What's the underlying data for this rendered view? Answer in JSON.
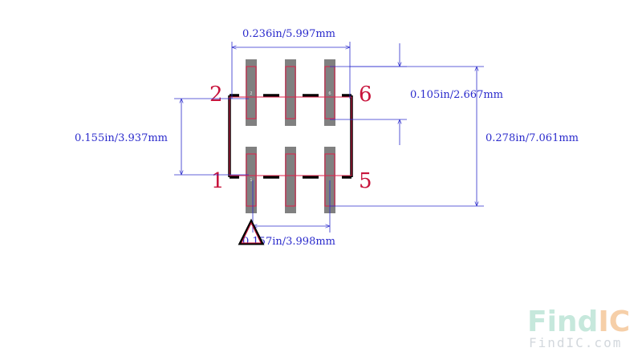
{
  "dimensions": {
    "width_top": "0.236in/5.997mm",
    "pad_length_right": "0.105in/2.667mm",
    "row_span_left": "0.155in/3.937mm",
    "overall_right": "0.278in/7.061mm",
    "pitch_bottom": "0.157in/3.998mm"
  },
  "pins": {
    "top_left": "2",
    "top_right": "6",
    "bottom_left": "1",
    "bottom_right": "5"
  },
  "pads": {
    "top": [
      "2",
      "",
      "6"
    ],
    "bottom": [
      "1",
      "",
      ""
    ]
  },
  "watermark": {
    "brand_find": "Find",
    "brand_ic": "IC",
    "url": "FindIC.com"
  },
  "colors": {
    "dimension": "#2b2bcc",
    "pin_number": "#c8143c",
    "pad_fill": "#808080",
    "pad_outline": "#e0204a",
    "silkscreen": "#000000",
    "watermark_find": "#c6e8dc",
    "watermark_ic": "#f6cfa8",
    "watermark_url": "#d3d8dd"
  }
}
